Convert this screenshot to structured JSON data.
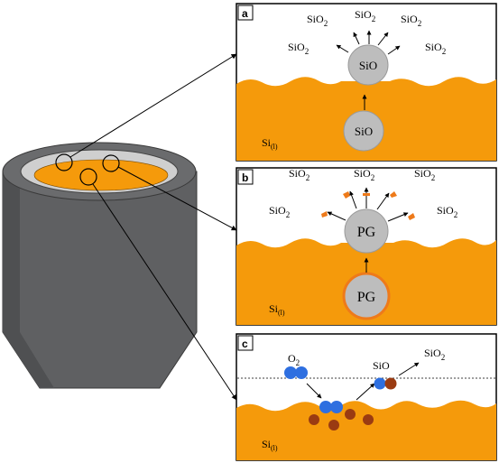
{
  "colors": {
    "melt": "#f59a0b",
    "crucible": "#5f6062",
    "crucible_dark": "#4a4b4d",
    "crucible_rim": "#c9c9c9",
    "bubble": "#bdbdbd",
    "bubble_stroke": "#9a9a9a",
    "oxygen": "#2e6fe0",
    "carbon": "#9a3b12",
    "pg_flake": "#ee7a1a"
  },
  "panel_a": {
    "tag": "a",
    "oxide_labels": [
      "SiO",
      "SiO",
      "SiO",
      "SiO",
      "SiO"
    ],
    "bubble_top": "SiO",
    "bubble_bottom": "SiO",
    "melt_label": "Si",
    "melt_sub": "(l)"
  },
  "panel_b": {
    "tag": "b",
    "oxide_labels": [
      "SiO",
      "SiO",
      "SiO",
      "SiO",
      "SiO"
    ],
    "bubble_top": "PG",
    "bubble_bottom": "PG",
    "melt_label": "Si",
    "melt_sub": "(l)"
  },
  "panel_c": {
    "tag": "c",
    "o2_label": "O",
    "sio_label": "SiO",
    "sio2_label": "SiO",
    "melt_label": "Si",
    "melt_sub": "(l)"
  },
  "subscripts": {
    "two": "2"
  }
}
